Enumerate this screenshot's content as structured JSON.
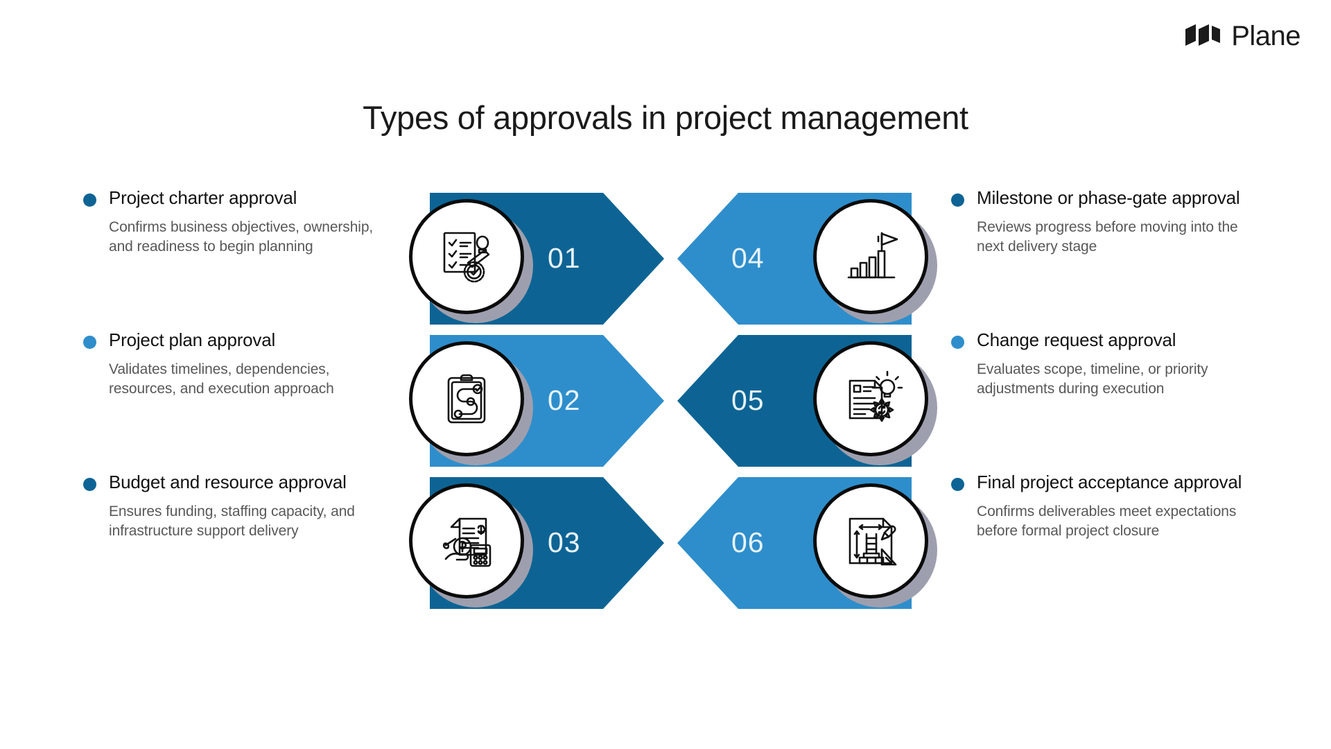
{
  "brand": {
    "name": "Plane",
    "logo_icon": "plane-logo-icon"
  },
  "title": "Types of approvals in project management",
  "colors": {
    "dark_blue": "#0d6494",
    "light_blue": "#2e8ecb",
    "number_text": "#e8f3fb",
    "title_text": "#1a1a1a",
    "body_text": "#585858",
    "badge_ring": "#0b0b0b",
    "badge_shadow": "#9e9fae",
    "background": "#ffffff"
  },
  "items": [
    {
      "number": "01",
      "title": "Project charter approval",
      "description": "Confirms business objectives, ownership, and readiness to begin planning",
      "color": "#0d6494",
      "side": "left",
      "icon": "checklist-stamp-approved-icon"
    },
    {
      "number": "02",
      "title": "Project plan approval",
      "description": "Validates timelines, dependencies, resources, and execution approach",
      "color": "#2e8ecb",
      "side": "left",
      "icon": "clipboard-roadmap-icon"
    },
    {
      "number": "03",
      "title": "Budget and resource approval",
      "description": "Ensures funding, staffing capacity, and infrastructure support delivery",
      "color": "#0d6494",
      "side": "left",
      "icon": "budget-invoice-calculator-icon"
    },
    {
      "number": "04",
      "title": "Milestone or phase-gate approval",
      "description": "Reviews progress before moving into the next delivery stage",
      "color": "#2e8ecb",
      "side": "right",
      "icon": "growth-chart-flag-icon"
    },
    {
      "number": "05",
      "title": "Change request approval",
      "description": "Evaluates scope, timeline, or priority adjustments during execution",
      "color": "#0d6494",
      "side": "right",
      "icon": "document-lightbulb-gear-icon"
    },
    {
      "number": "06",
      "title": "Final project acceptance approval",
      "description": "Confirms deliverables meet expectations before formal project closure",
      "color": "#2e8ecb",
      "side": "right",
      "icon": "blueprint-pencil-ruler-icon"
    }
  ]
}
